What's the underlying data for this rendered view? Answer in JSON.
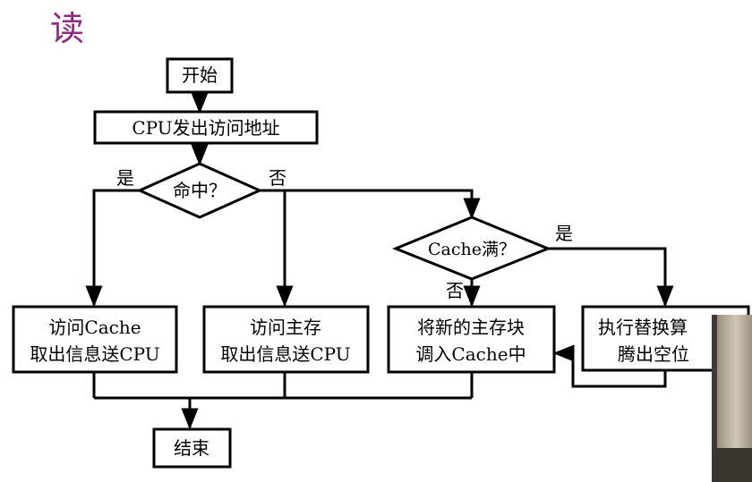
{
  "slide": {
    "title": "读"
  },
  "flowchart": {
    "start": "开始",
    "cpu_issue": "CPU发出访问地址",
    "hit_question": "命中？",
    "hit_yes": "是",
    "hit_no": "否",
    "access_cache": [
      "访问Cache",
      "取出信息送CPU"
    ],
    "access_main": [
      "访问主存",
      "取出信息送CPU"
    ],
    "cache_full_question": "Cache满？",
    "full_yes": "是",
    "full_no": "否",
    "load_block": [
      "将新的主存块",
      "调入Cache中"
    ],
    "replace": [
      "执行替换算",
      "腾出空位"
    ],
    "end": "结束"
  }
}
